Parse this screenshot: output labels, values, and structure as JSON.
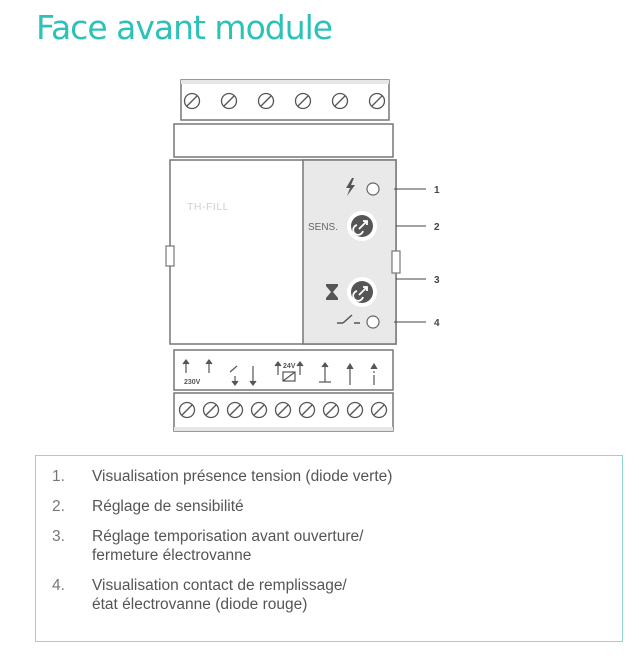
{
  "title": "Face avant module",
  "device": {
    "product_name": "TH-FILL",
    "product_subname": "",
    "sens_label": "SENS.",
    "voltage_label_230": "230V",
    "voltage_label_24": "24V",
    "accent_color": "#2cc2b8",
    "icons": [
      "lightning-icon",
      "hourglass-icon",
      "switch-icon",
      "knob-icon",
      "screw-terminal-icon"
    ]
  },
  "callouts": [
    "1",
    "2",
    "3",
    "4"
  ],
  "legend": [
    {
      "num": "1.",
      "lines": [
        "Visualisation présence tension (diode verte)"
      ]
    },
    {
      "num": "2.",
      "lines": [
        "Réglage de sensibilité"
      ]
    },
    {
      "num": "3.",
      "lines": [
        "Réglage temporisation avant ouverture/",
        "fermeture électrovanne"
      ]
    },
    {
      "num": "4.",
      "lines": [
        "Visualisation contact de remplissage/",
        "état électrovanne (diode rouge)"
      ]
    }
  ]
}
